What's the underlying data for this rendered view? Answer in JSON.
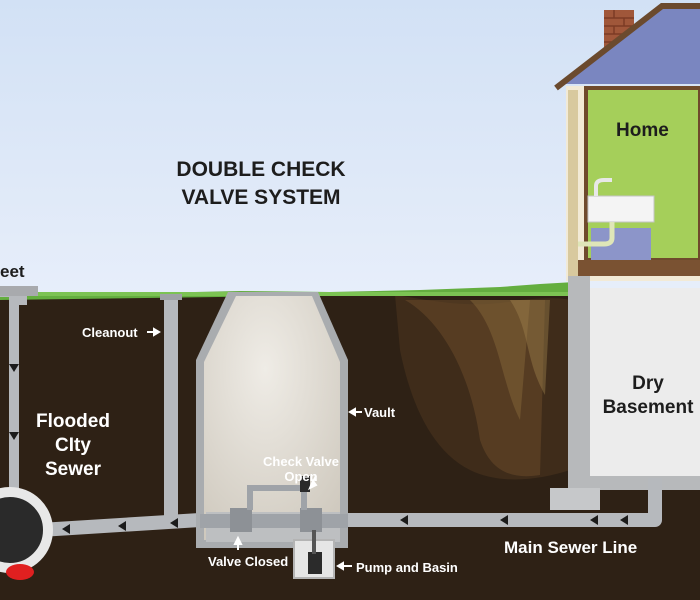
{
  "title": {
    "line1": "DOUBLE CHECK",
    "line2": "VALVE SYSTEM"
  },
  "labels": {
    "street": "eet",
    "home": "Home",
    "dry_line1": "Dry",
    "dry_line2": "Basement",
    "flooded_line1": "Flooded",
    "flooded_line2": "CIty",
    "flooded_line3": "Sewer",
    "cleanout": "Cleanout",
    "vault": "Vault",
    "check_valve_line1": "Check Valve",
    "check_valve_line2": "Open",
    "valve_closed": "Valve Closed",
    "pump_and_basin": "Pump and Basin",
    "main_sewer_line": "Main Sewer Line"
  },
  "colors": {
    "sky": "#dfe9f7",
    "soil": "#2f2216",
    "grass": "#69b244",
    "pipe": "#b9bcc0",
    "vault": "#d6d1c8",
    "home_wall": "#a6d05a",
    "house_siding": "#f3ecd9",
    "roof": "#7c86be",
    "basement": "#eeeeee",
    "sewer_water": "#e02020"
  }
}
